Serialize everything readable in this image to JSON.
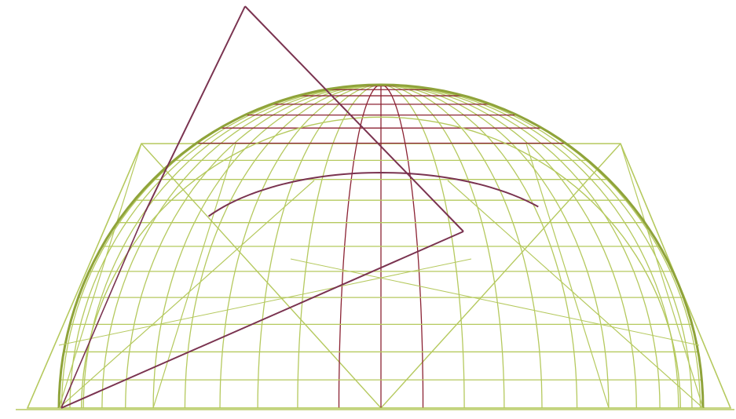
{
  "diagram": {
    "kind": "wireframe hemisphere / dome construction",
    "colors": {
      "background": "#ffffff",
      "grid": "#b5c95e",
      "grid_dark": "#8fa33a",
      "construction_red": "#8b2233",
      "construction_purple": "#7a3350"
    },
    "meridian_count": 24,
    "parallel_count": 18,
    "red_fraction_of_height": 0.62
  }
}
